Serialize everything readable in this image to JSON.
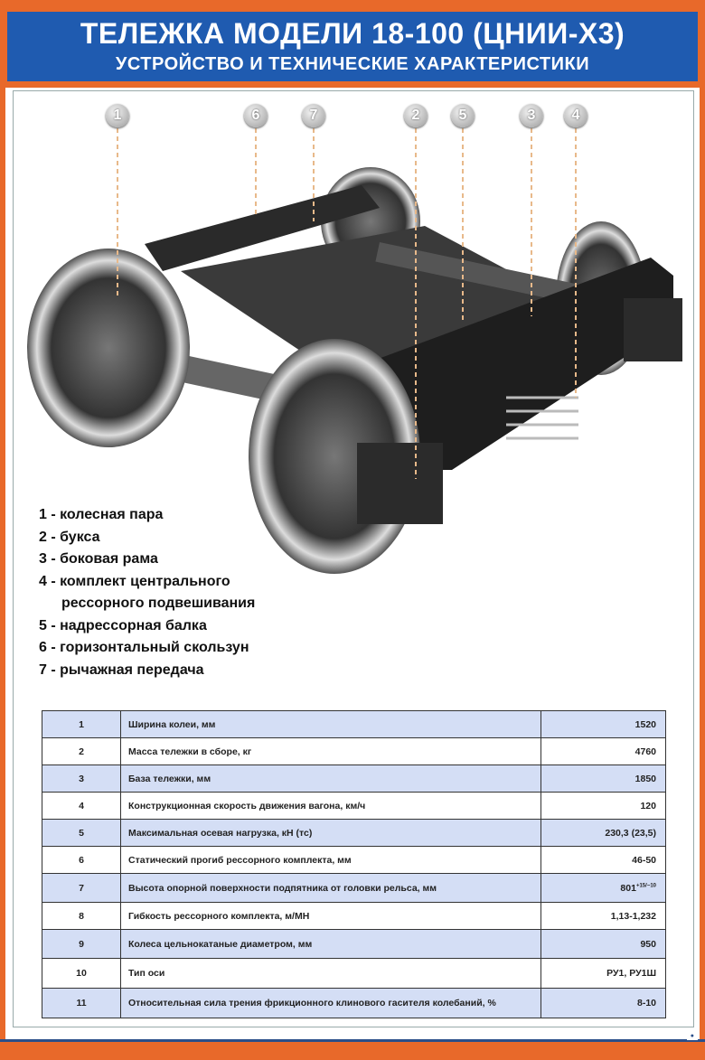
{
  "header": {
    "title": "ТЕЛЕЖКА МОДЕЛИ 18-100 (ЦНИИ-Х3)",
    "subtitle": "УСТРОЙСТВО И ТЕХНИЧЕСКИЕ ХАРАКТЕРИСТИКИ"
  },
  "callouts": [
    "1",
    "6",
    "7",
    "2",
    "5",
    "3",
    "4"
  ],
  "legend": [
    "1 - колесная пара",
    "2 - букса",
    "3 - боковая рама",
    "4 - комплект центрального",
    "рессорного подвешивания",
    "5 - надрессорная балка",
    "6 - горизонтальный скользун",
    "7 - рычажная передача"
  ],
  "table": [
    {
      "n": "1",
      "d": "Ширина колеи, мм",
      "v": "1520"
    },
    {
      "n": "2",
      "d": "Масса тележки в сборе, кг",
      "v": "4760"
    },
    {
      "n": "3",
      "d": "База тележки, мм",
      "v": "1850"
    },
    {
      "n": "4",
      "d": "Конструкционная скорость движения вагона, км/ч",
      "v": "120"
    },
    {
      "n": "5",
      "d": "Максимальная осевая нагрузка, кН (тс)",
      "v": "230,3 (23,5)"
    },
    {
      "n": "6",
      "d": "Статический прогиб рессорного комплекта, мм",
      "v": "46-50"
    },
    {
      "n": "7",
      "d": "Высота опорной поверхности подпятника от головки рельса, мм",
      "v": "801",
      "sup": "+15",
      "sub": "−10"
    },
    {
      "n": "8",
      "d": "Гибкость рессорного комплекта, м/МН",
      "v": "1,13-1,232"
    },
    {
      "n": "9",
      "d": "Колеса цельнокатаные диаметром, мм",
      "v": "950"
    },
    {
      "n": "10",
      "d": "Тип оси",
      "v": "РУ1, РУ1Ш"
    },
    {
      "n": "11",
      "d": "Относительная сила трения фрикционного клинового гасителя колебаний, %",
      "v": "8-10"
    }
  ],
  "colors": {
    "orange": "#e8692a",
    "blue": "#1f5bb0",
    "row_alt": "#d4def5"
  }
}
